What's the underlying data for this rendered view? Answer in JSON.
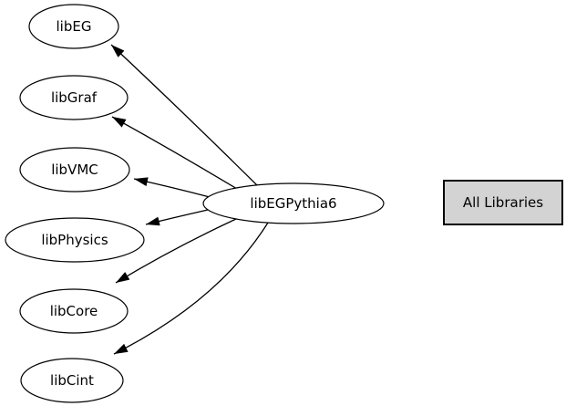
{
  "diagram": {
    "nodes": [
      {
        "id": "libEG",
        "label": "libEG",
        "shape": "ellipse"
      },
      {
        "id": "libGraf",
        "label": "libGraf",
        "shape": "ellipse"
      },
      {
        "id": "libVMC",
        "label": "libVMC",
        "shape": "ellipse"
      },
      {
        "id": "libPhysics",
        "label": "libPhysics",
        "shape": "ellipse"
      },
      {
        "id": "libCore",
        "label": "libCore",
        "shape": "ellipse"
      },
      {
        "id": "libCint",
        "label": "libCint",
        "shape": "ellipse"
      },
      {
        "id": "libEGPythia6",
        "label": "libEGPythia6",
        "shape": "ellipse"
      },
      {
        "id": "all-libraries",
        "label": "All Libraries",
        "shape": "box"
      }
    ],
    "edges": [
      {
        "from": "libEGPythia6",
        "to": "libEG"
      },
      {
        "from": "libEGPythia6",
        "to": "libGraf"
      },
      {
        "from": "libEGPythia6",
        "to": "libVMC"
      },
      {
        "from": "libEGPythia6",
        "to": "libPhysics"
      },
      {
        "from": "libEGPythia6",
        "to": "libCore"
      },
      {
        "from": "libEGPythia6",
        "to": "libCint"
      }
    ],
    "colors": {
      "background": "#ffffff",
      "stroke": "#000000",
      "node_fill": "#ffffff",
      "box_fill": "#d3d3d3",
      "text": "#000000"
    }
  }
}
